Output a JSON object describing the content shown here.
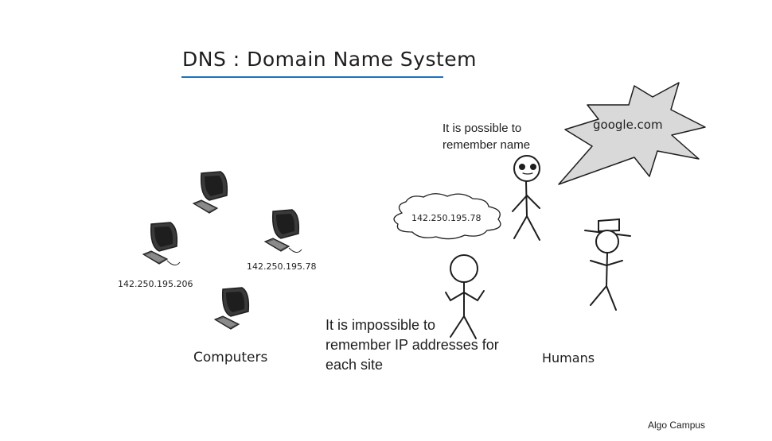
{
  "title": "DNS : Domain Name System",
  "computers": {
    "ip_left": "142.250.195.206",
    "ip_right": "142.250.195.78",
    "label": "Computers"
  },
  "humans": {
    "label": "Humans",
    "cloud_ip": "142.250.195.78",
    "speech_name": "google.com",
    "note_possible": [
      "It is possible to",
      "remember name"
    ],
    "note_impossible": [
      "It is impossible to",
      "remember IP addresses for",
      "each site"
    ]
  },
  "footer": {
    "brand": "Algo Campus"
  }
}
